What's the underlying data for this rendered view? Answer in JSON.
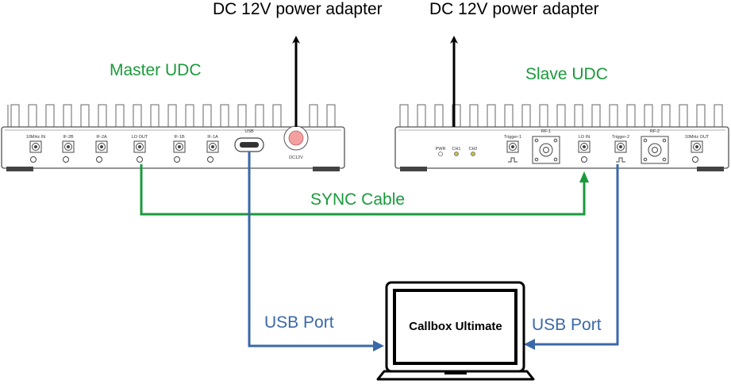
{
  "labels": {
    "power_left": "DC 12V power adapter",
    "power_right": "DC 12V power adapter",
    "master": "Master UDC",
    "slave": "Slave UDC",
    "sync_cable": "SYNC Cable",
    "usb_port_left": "USB Port",
    "usb_port_right": "USB Port",
    "laptop": "Callbox Ultimate"
  },
  "master_ports": [
    "10MHz IN",
    "IF-2B",
    "IF-2A",
    "LO OUT",
    "IF-1B",
    "IF-1A",
    "USB",
    "DC12V"
  ],
  "slave_ports": [
    "PWR",
    "CH1",
    "CH2",
    "Trigger-1",
    "RF-1",
    "LO IN",
    "Trigger-2",
    "RF-2",
    "10MHz OUT"
  ],
  "colors": {
    "green": "#1a9a3c",
    "blue": "#3a68a8",
    "black": "#000000",
    "dc_jack": "#f4a0a0"
  }
}
